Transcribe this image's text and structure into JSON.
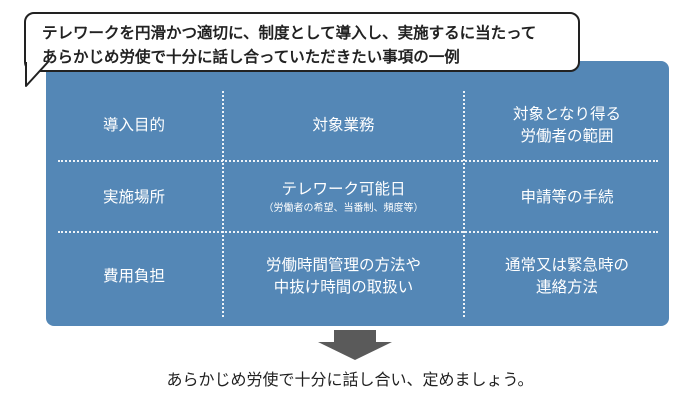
{
  "bubble": {
    "line1": "テレワークを円滑かつ適切に、制度として導入し、実施するに当たって",
    "line2": "あらかじめ労使で十分に話し合っていただきたい事項の一例"
  },
  "grid": {
    "rows": [
      [
        {
          "lines": [
            "導入目的"
          ],
          "sub": ""
        },
        {
          "lines": [
            "対象業務"
          ],
          "sub": ""
        },
        {
          "lines": [
            "対象となり得る",
            "労働者の範囲"
          ],
          "sub": ""
        }
      ],
      [
        {
          "lines": [
            "実施場所"
          ],
          "sub": ""
        },
        {
          "lines": [
            "テレワーク可能日"
          ],
          "sub": "（労働者の希望、当番制、頻度等）"
        },
        {
          "lines": [
            "申請等の手続"
          ],
          "sub": ""
        }
      ],
      [
        {
          "lines": [
            "費用負担"
          ],
          "sub": ""
        },
        {
          "lines": [
            "労働時間管理の方法や",
            "中抜け時間の取扱い"
          ],
          "sub": ""
        },
        {
          "lines": [
            "通常又は緊急時の",
            "連絡方法"
          ],
          "sub": ""
        }
      ]
    ]
  },
  "footer": "あらかじめ労使で十分に話し合い、定めましょう。",
  "colors": {
    "panel": "#5487b6",
    "arrow": "#5a5a5a",
    "text_on_panel": "#ffffff"
  }
}
